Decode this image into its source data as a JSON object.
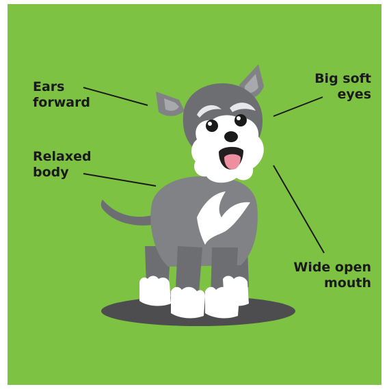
{
  "colors": {
    "background": "#7dc242",
    "fur_dark": "#6d6e71",
    "fur_mid": "#808285",
    "fur_light": "#ffffff",
    "shadow": "#4d4d4f",
    "tongue": "#ee8fa0",
    "line": "#1a1a1a"
  },
  "labels": {
    "ears": {
      "line1": "Ears",
      "line2": "forward"
    },
    "eyes": {
      "line1": "Big soft",
      "line2": "eyes"
    },
    "body": {
      "line1": "Relaxed",
      "line2": "body"
    },
    "mouth": {
      "line1": "Wide open",
      "line2": "mouth"
    }
  }
}
